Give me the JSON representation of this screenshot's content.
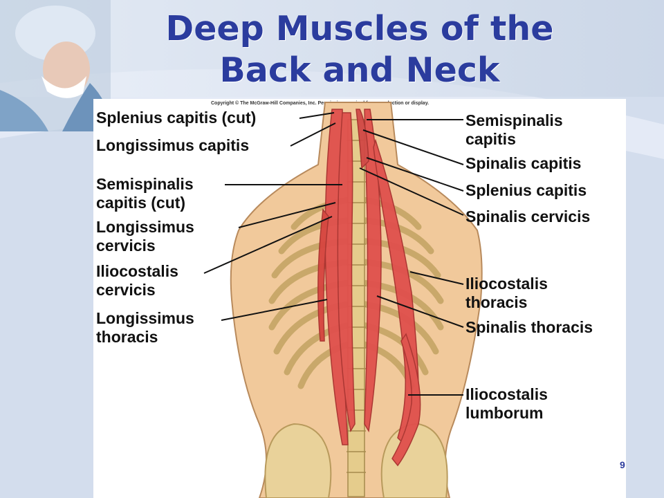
{
  "title_line1": "Deep Muscles of the",
  "title_line2": "Back and Neck",
  "copyright": "Copyright © The McGraw-Hill Companies, Inc. Permission required for reproduction or display.",
  "labels_left": [
    "Splenius capitis (cut)",
    "Longissimus capitis",
    "Semispinalis\ncapitis (cut)",
    "Longissimus\ncervicis",
    "Iliocostalis\ncervicis",
    "Longissimus\nthoracis"
  ],
  "labels_right": [
    "Semispinalis\ncapitis",
    "Spinalis capitis",
    "Splenius capitis",
    "Spinalis cervicis",
    "Iliocostalis\nthoracis",
    "Spinalis thoracis",
    "Iliocostalis\nlumborum"
  ],
  "page_number": "9"
}
